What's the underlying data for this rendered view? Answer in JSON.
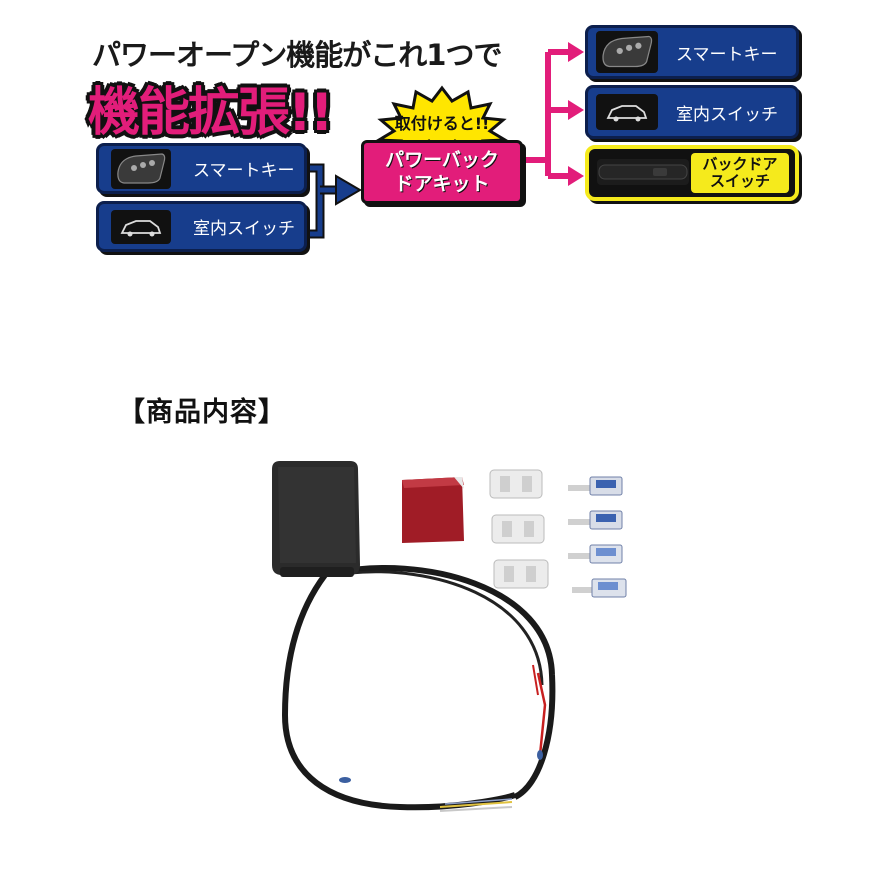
{
  "headline": {
    "line1": "パワーオープン機能がこれ1つで",
    "line2": "機能拡張!!"
  },
  "burst_text": "取付けると!!",
  "center_box": {
    "line1": "パワーバック",
    "line2": "ドアキット"
  },
  "inputs": [
    {
      "label": "スマートキー",
      "icon": "smart-key-icon"
    },
    {
      "label": "室内スイッチ",
      "icon": "car-switch-icon"
    }
  ],
  "outputs": [
    {
      "label": "スマートキー",
      "icon": "smart-key-icon"
    },
    {
      "label": "室内スイッチ",
      "icon": "car-switch-icon"
    },
    {
      "label_line1": "バックドア",
      "label_line2": "スイッチ",
      "icon": "backdoor-switch-icon"
    }
  ],
  "section_title": "【商品内容】",
  "colors": {
    "pink": "#e21d7a",
    "blue": "#173d8c",
    "yellow": "#f5ea1c",
    "burst": "#ffe600"
  },
  "product_items": [
    "control-unit",
    "double-sided-tape",
    "connector-housings",
    "terminals",
    "wire-harness"
  ]
}
